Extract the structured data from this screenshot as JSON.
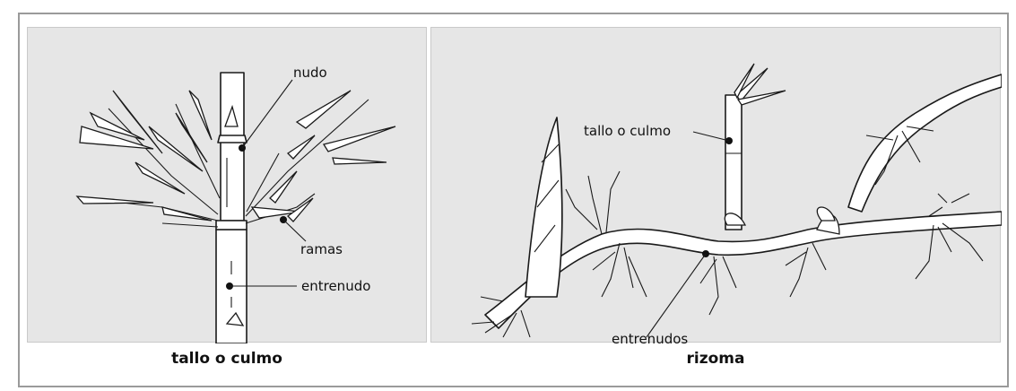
{
  "panels": {
    "left": {
      "caption": "tallo o culmo",
      "labels": {
        "node": "nudo",
        "branches": "ramas",
        "internode": "entrenudo"
      }
    },
    "right": {
      "caption": "rizoma",
      "labels": {
        "stem": "tallo o culmo",
        "internodes": "entrenudos"
      }
    }
  }
}
